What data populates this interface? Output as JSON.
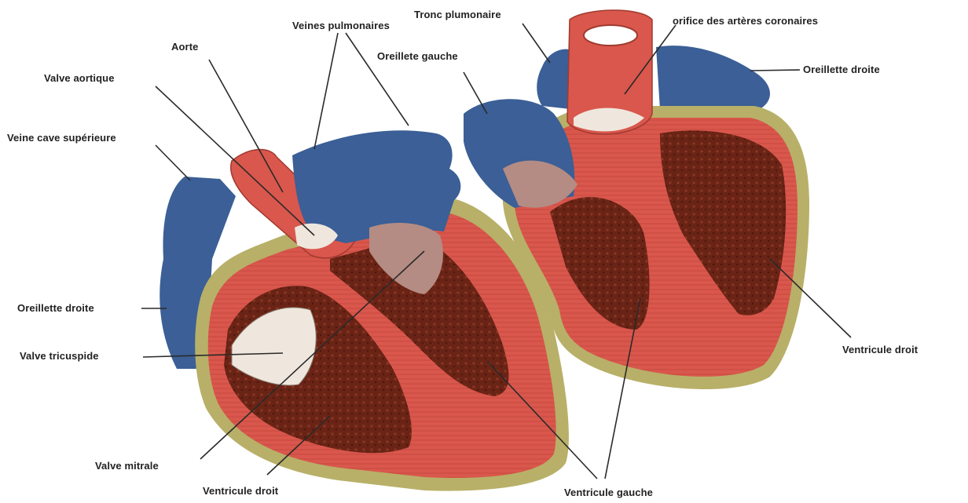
{
  "labels": {
    "aorte": "Aorte",
    "veines_pulmonaires": "Veines pulmonaires",
    "tronc_plumonaire": "Tronc plumonaire",
    "orifice_arteres_coronaires": "orifice des artères coronaires",
    "oreillete_gauche": "Oreillete gauche",
    "oreillette_droite_right": "Oreillette droite",
    "valve_aortique": "Valve aortique",
    "veine_cave_superieure": "Veine cave supérieure",
    "oreillette_droite_left": "Oreillette droite",
    "valve_tricuspide": "Valve tricuspide",
    "ventricule_droit_right": "Ventricule droit",
    "valve_mitrale": "Valve mitrale",
    "ventricule_droit_bottom": "Ventricule droit",
    "ventricule_gauche": "Ventricule gauche"
  },
  "colors": {
    "vein_blue": "#3b5f96",
    "muscle_red": "#d9574c",
    "cavity_dark": "#6a2416",
    "fat_olive": "#b8b068",
    "valve_white": "#efe7de",
    "leader_line": "#2a2a2a"
  }
}
